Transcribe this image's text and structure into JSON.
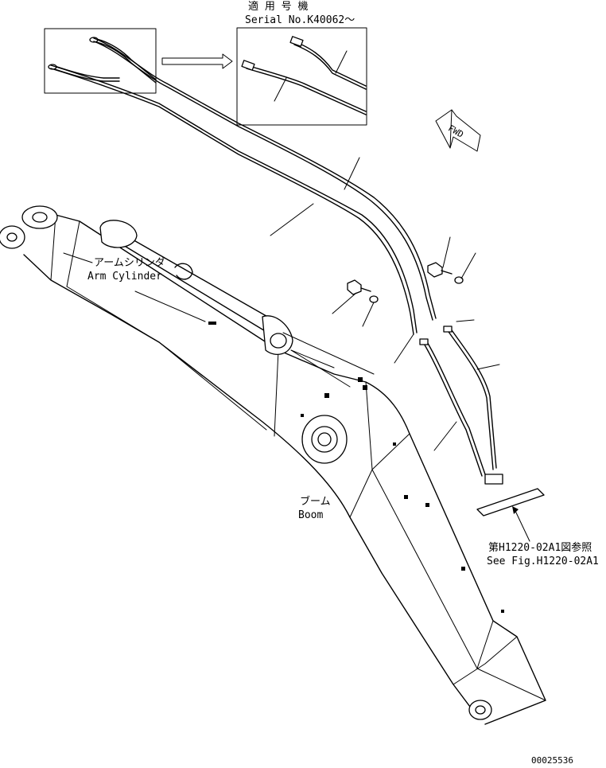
{
  "labels": {
    "serial_jp": "適 用 号 機",
    "serial_en": "Serial No.K40062～",
    "fwd": "FWD",
    "arm_cyl_jp": "アームシリンダ",
    "arm_cyl_en": "Arm Cylinder",
    "boom_jp": "ブーム",
    "boom_en": "Boom",
    "fig_jp": "第H1220-02A1図参照",
    "fig_en": "See Fig.H1220-02A1",
    "drawing_no": "00025536"
  }
}
